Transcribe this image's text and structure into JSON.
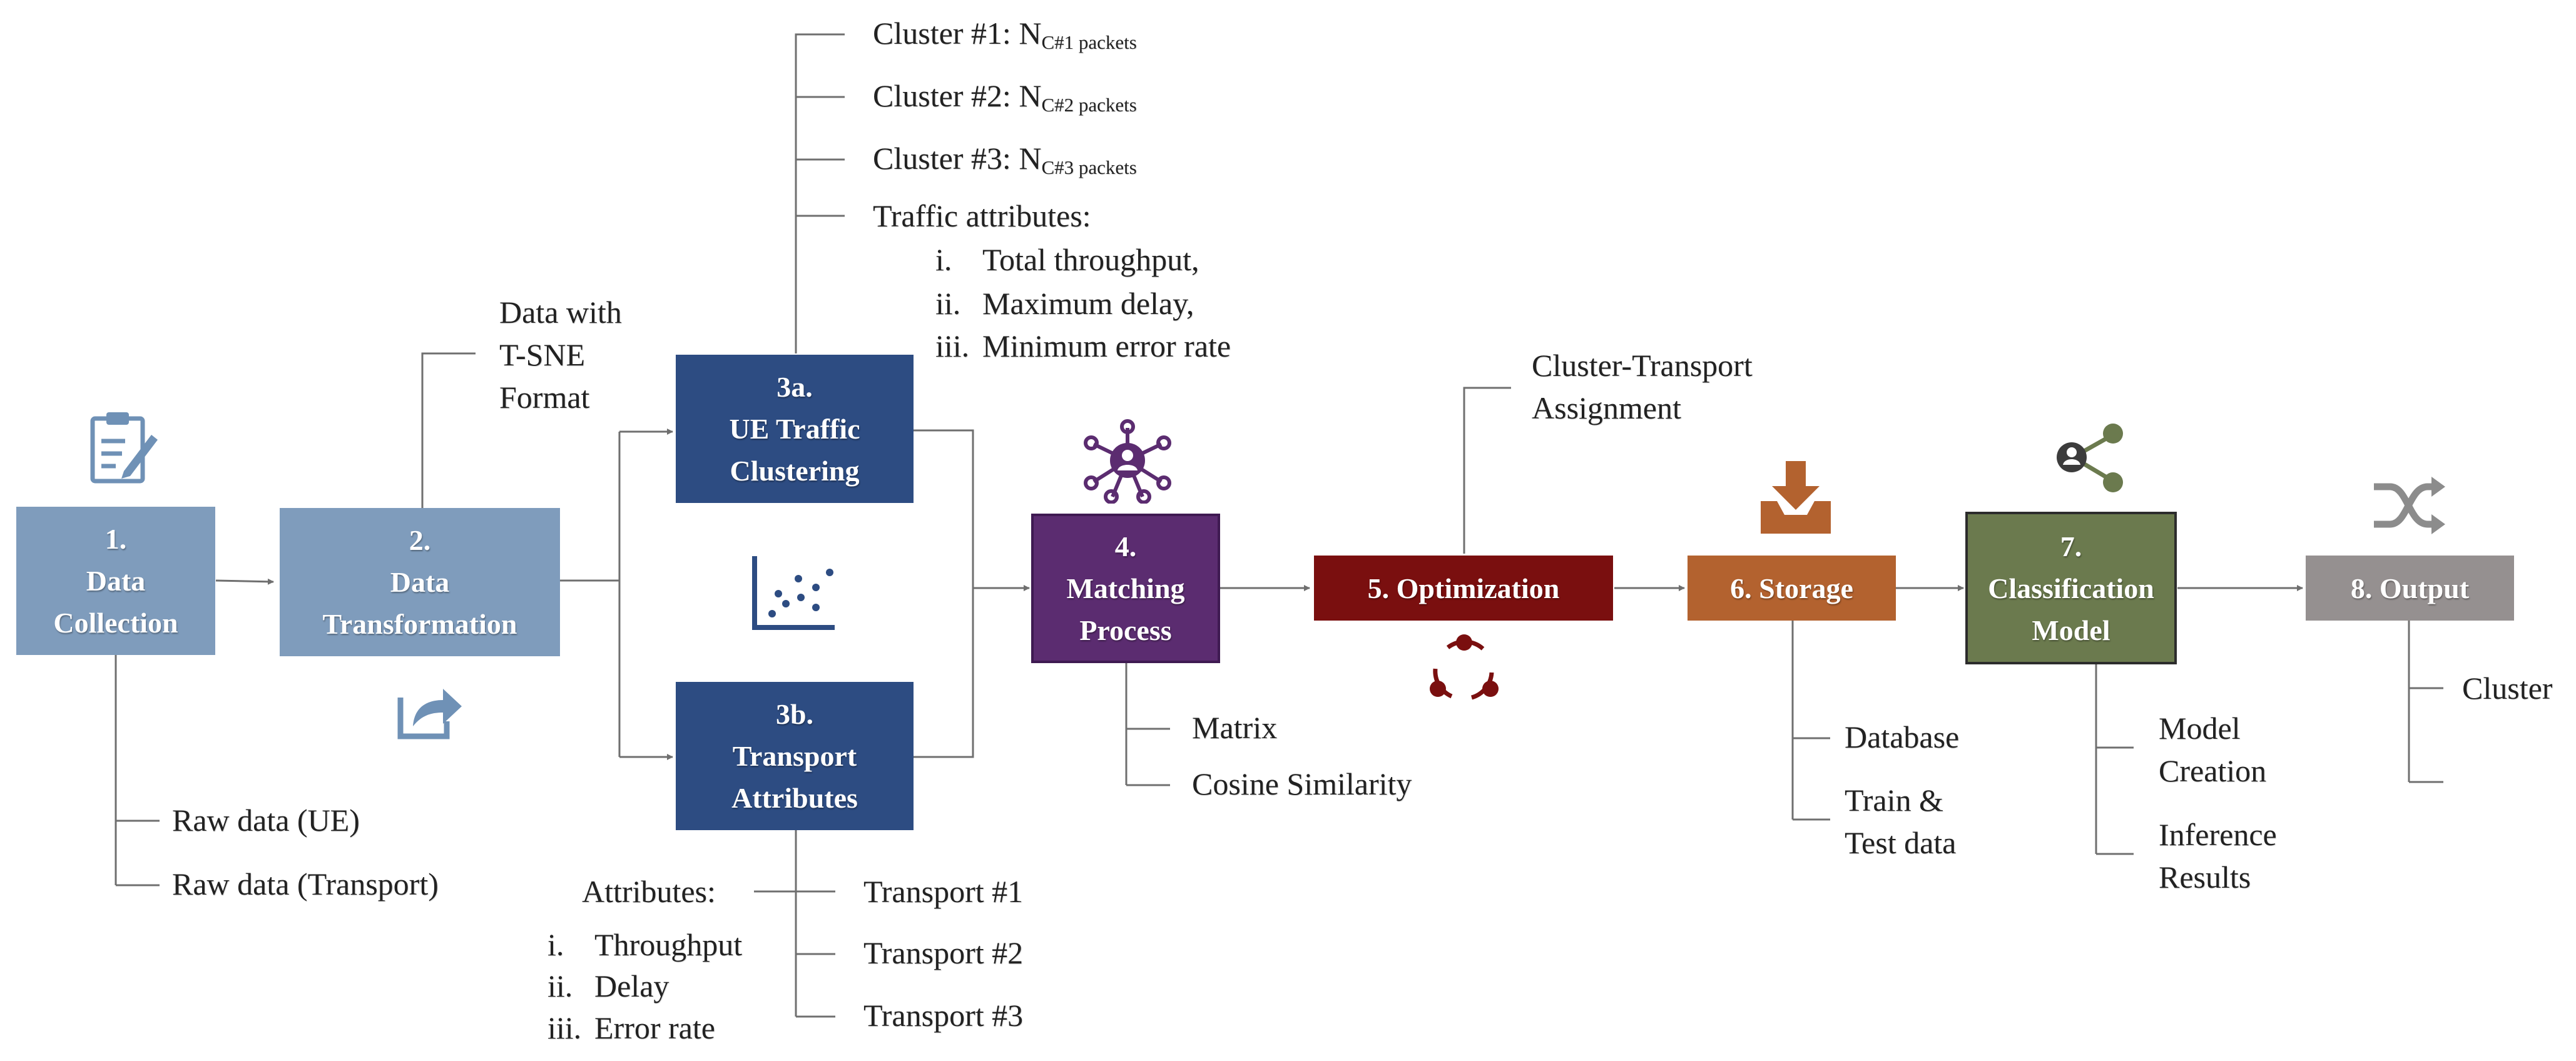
{
  "colors": {
    "collection": "#7f9cbc",
    "transformation": "#7f9cbc",
    "clustering": "#2d4c82",
    "transport_attributes": "#2d4c82",
    "matching": "#5b2c70",
    "optimization": "#7a0f0f",
    "storage": "#b3622f",
    "classification": "#6b7a4e",
    "output": "#959090",
    "line": "#6f6f6f",
    "text": "#222222"
  },
  "steps": {
    "collection": [
      "1.",
      "Data",
      "Collection"
    ],
    "transformation": [
      "2.",
      "Data",
      "Transformation"
    ],
    "clustering": [
      "3a.",
      "UE Traffic",
      "Clustering"
    ],
    "transport_attributes": [
      "3b.",
      "Transport",
      "Attributes"
    ],
    "matching": [
      "4.",
      "Matching",
      "Process"
    ],
    "optimization": [
      "5. Optimization"
    ],
    "storage": [
      "6. Storage"
    ],
    "classification": [
      "7.",
      "Classification",
      "Model"
    ],
    "output": [
      "8. Output"
    ]
  },
  "labels": {
    "raw_ue": "Raw data (UE)",
    "raw_transport": "Raw data (Transport)",
    "tsne": [
      "Data with",
      "T-SNE",
      "Format"
    ],
    "clusters": [
      {
        "text": "Cluster #1: N",
        "sub": "C#1 packets"
      },
      {
        "text": "Cluster #2: N",
        "sub": "C#2 packets"
      },
      {
        "text": "Cluster #3: N",
        "sub": "C#3 packets"
      }
    ],
    "traffic_attributes_title": "Traffic  attributes:",
    "traffic_attributes": [
      {
        "num": "i.",
        "text": "Total throughput,"
      },
      {
        "num": "ii.",
        "text": "Maximum delay,"
      },
      {
        "num": "iii.",
        "text": "Minimum error rate"
      }
    ],
    "attributes_title": "Attributes:",
    "attributes": [
      {
        "num": "i.",
        "text": "Throughput"
      },
      {
        "num": "ii.",
        "text": "Delay"
      },
      {
        "num": "iii.",
        "text": "Error rate"
      }
    ],
    "transports": [
      "Transport #1",
      "Transport #2",
      "Transport #3"
    ],
    "matching_outputs": [
      "Matrix",
      "Cosine Similarity"
    ],
    "assignment": [
      "Cluster-Transport",
      "Assignment"
    ],
    "storage_outputs": [
      "Database",
      "Train &",
      "Test data"
    ],
    "model_outputs": [
      "Model",
      "Creation",
      "Inference",
      "Results"
    ],
    "output_items": [
      "Cluster"
    ]
  },
  "icons": {
    "collection": "clipboard-edit-icon",
    "transformation": "share-arrow-icon",
    "clustering": "scatter-plot-icon",
    "matching": "network-hub-icon",
    "optimization": "cycle-arrows-icon",
    "storage": "download-tray-icon",
    "classification": "share-network-icon",
    "output": "shuffle-icon"
  }
}
